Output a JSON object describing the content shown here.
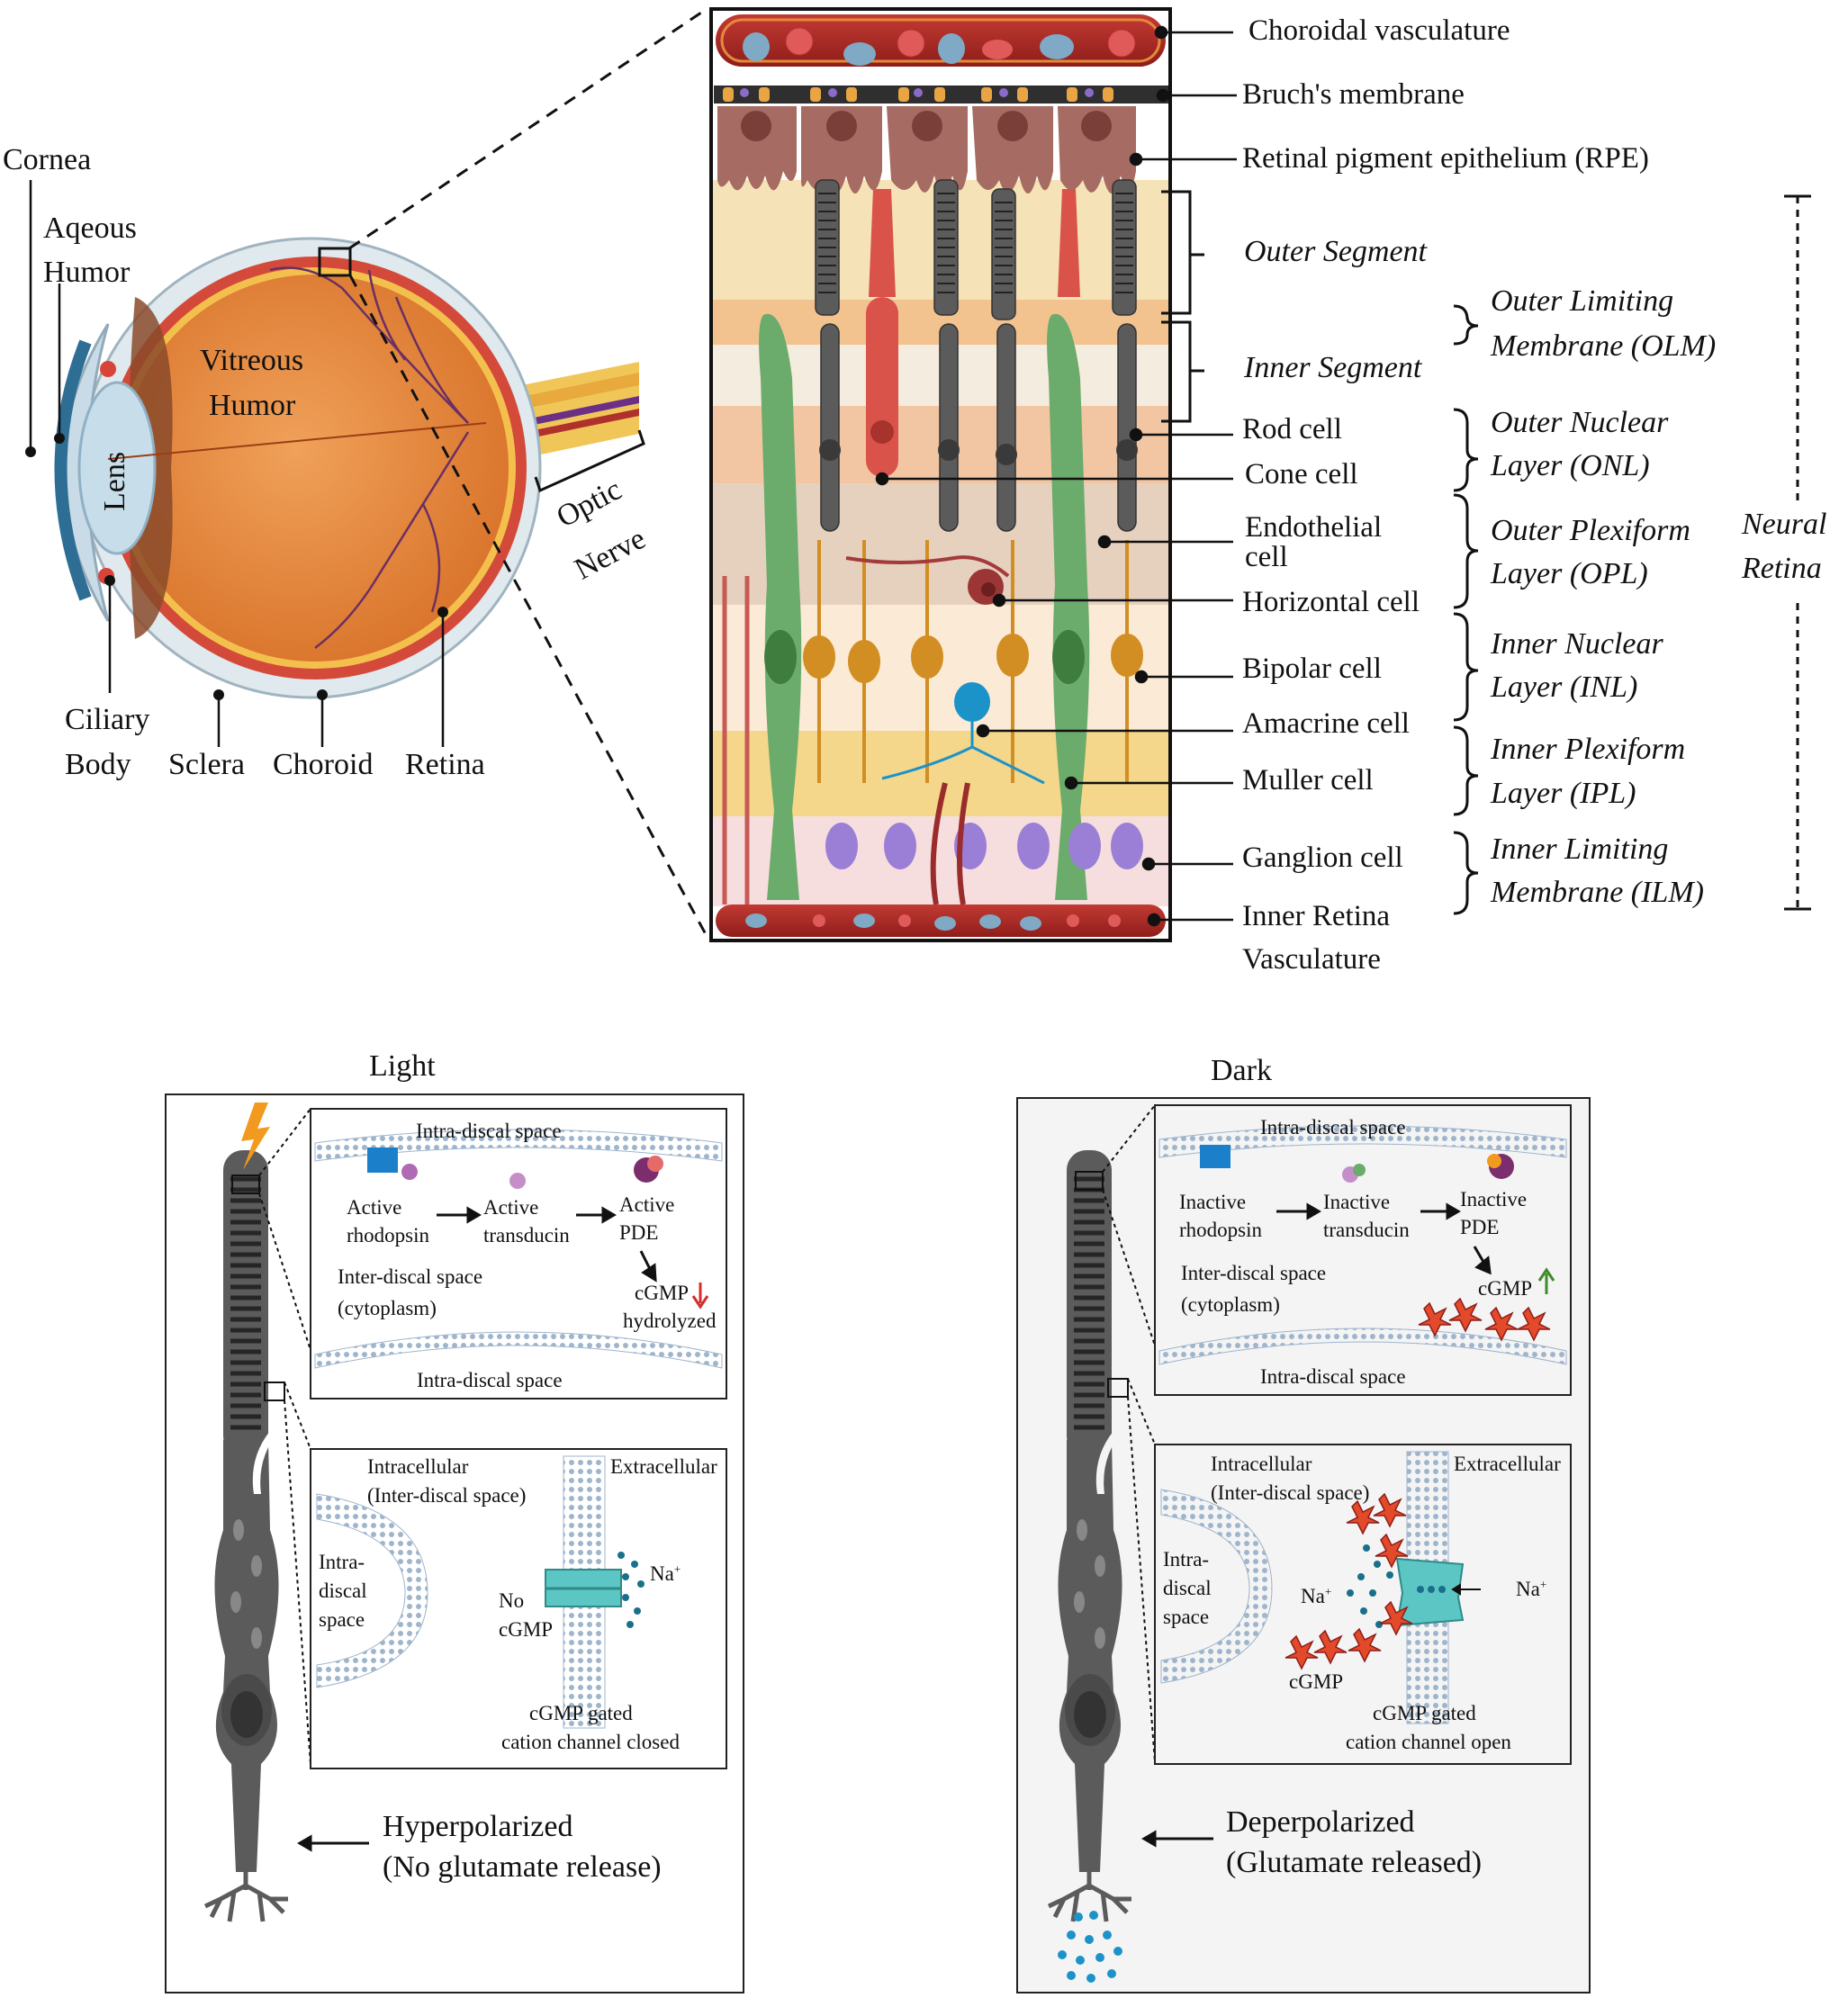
{
  "eye": {
    "cornea": "Cornea",
    "aqueous_1": "Aqeous",
    "aqueous_2": "Humor",
    "vitreous_1": "Vitreous",
    "vitreous_2": "Humor",
    "lens": "Lens",
    "optic_1": "Optic",
    "optic_2": "Nerve",
    "ciliary_1": "Ciliary",
    "ciliary_2": "Body",
    "sclera": "Sclera",
    "choroid": "Choroid",
    "retina": "Retina"
  },
  "retina_labels": {
    "choroidal": "Choroidal vasculature",
    "bruch": "Bruch's membrane",
    "rpe": "Retinal pigment epithelium (RPE)",
    "outer_segment": "Outer Segment",
    "inner_segment": "Inner Segment",
    "rod": "Rod cell",
    "cone": "Cone cell",
    "endo_1": "Endothelial",
    "endo_2": "cell",
    "horizontal": "Horizontal cell",
    "bipolar": "Bipolar cell",
    "amacrine": "Amacrine cell",
    "muller": "Muller cell",
    "ganglion": "Ganglion cell",
    "irv_1": "Inner Retina",
    "irv_2": "Vasculature"
  },
  "layers": {
    "olm_1": "Outer Limiting",
    "olm_2": "Membrane (OLM)",
    "onl_1": "Outer Nuclear",
    "onl_2": "Layer (ONL)",
    "opl_1": "Outer Plexiform",
    "opl_2": "Layer (OPL)",
    "inl_1": "Inner Nuclear",
    "inl_2": "Layer (INL)",
    "ipl_1": "Inner Plexiform",
    "ipl_2": "Layer (IPL)",
    "ilm_1": "Inner Limiting",
    "ilm_2": "Membrane (ILM)",
    "neural_1": "Neural",
    "neural_2": "Retina"
  },
  "light": {
    "title": "Light",
    "intra_top": "Intra-discal space",
    "active_rho_1": "Active",
    "active_rho_2": "rhodopsin",
    "active_tr_1": "Active",
    "active_tr_2": "transducin",
    "active_pde_1": "Active",
    "active_pde_2": "PDE",
    "inter_1": "Inter-discal space",
    "inter_2": "(cytoplasm)",
    "cgmp": "cGMP",
    "hydrolyzed": "hydrolyzed",
    "intra_bottom": "Intra-discal space",
    "intracellular_1": "Intracellular",
    "intracellular_2": "(Inter-discal space)",
    "extracellular": "Extracellular",
    "intra_1": "Intra-",
    "intra_2": "discal",
    "intra_3": "space",
    "no_1": "No",
    "no_2": "cGMP",
    "na": "Na",
    "gated_1": "cGMP gated",
    "gated_2": "cation channel closed",
    "state_1": "Hyperpolarized",
    "state_2": "(No glutamate release)"
  },
  "dark": {
    "title": "Dark",
    "intra_top": "Intra-discal space",
    "inactive_rho_1": "Inactive",
    "inactive_rho_2": "rhodopsin",
    "inactive_tr_1": "Inactive",
    "inactive_tr_2": "transducin",
    "inactive_pde_1": "Inactive",
    "inactive_pde_2": "PDE",
    "inter_1": "Inter-discal space",
    "inter_2": "(cytoplasm)",
    "cgmp": "cGMP",
    "intra_bottom": "Intra-discal space",
    "intracellular_1": "Intracellular",
    "intracellular_2": "(Inter-discal space)",
    "extracellular": "Extracellular",
    "intra_1": "Intra-",
    "intra_2": "discal",
    "intra_3": "space",
    "na_left": "Na",
    "na_right": "Na",
    "cgmp_label": "cGMP",
    "gated_1": "cGMP gated",
    "gated_2": "cation channel open",
    "state_1": "Deperpolarized",
    "state_2": "(Glutamate released)"
  },
  "colors": {
    "eye_orange": "#e88a3c",
    "choroid_red": "#a3221f",
    "rod_gray": "#5b5b5b",
    "muller_green": "#6bab6b",
    "bipolar_gold": "#d28e22",
    "ganglion_purple": "#9b7fd6",
    "amacrine_blue": "#1b93c9",
    "cone_red": "#d9534a",
    "panel_bg": "#f4f4f4"
  }
}
